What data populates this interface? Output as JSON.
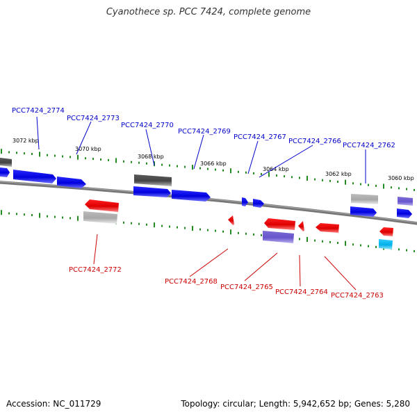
{
  "title": "Cyanothece sp. PCC 7424, complete genome",
  "footer": {
    "accession": "Accession: NC_011729",
    "summary": "Topology: circular; Length: 5,942,652 bp; Genes: 5,280"
  },
  "colors": {
    "forward_label": "#0000cc",
    "reverse_label": "#cc0000",
    "backbone": "#777777",
    "tick": "#228b22"
  },
  "kbp_labels": [
    "3072 kbp",
    "3070 kbp",
    "3068 kbp",
    "3066 kbp",
    "3064 kbp",
    "3062 kbp",
    "3060 kbp"
  ],
  "forward_genes": [
    "PCC7424_2774",
    "PCC7424_2773",
    "PCC7424_2770",
    "PCC7424_2769",
    "PCC7424_2767",
    "PCC7424_2766",
    "PCC7424_2762"
  ],
  "reverse_genes": [
    "PCC7424_2772",
    "PCC7424_2768",
    "PCC7424_2765",
    "PCC7424_2764",
    "PCC7424_2763"
  ]
}
